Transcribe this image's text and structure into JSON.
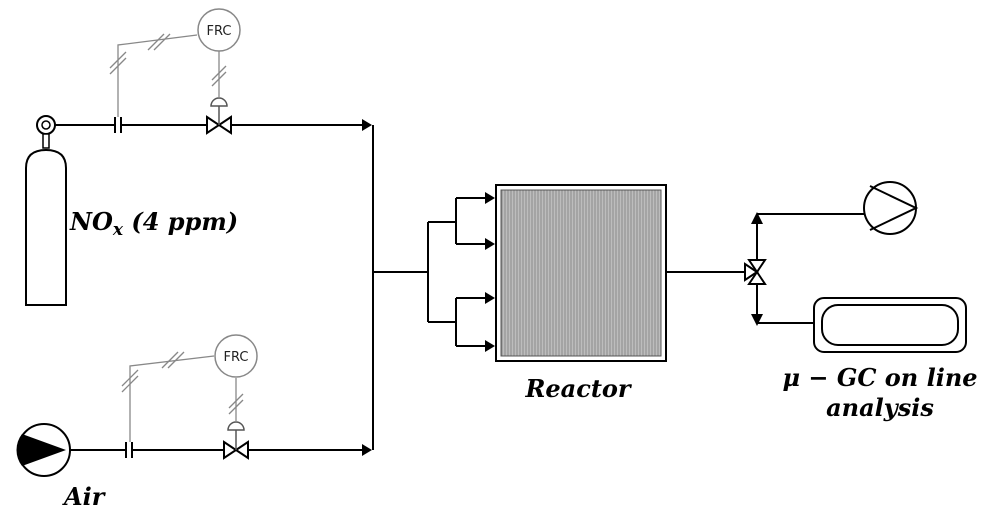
{
  "diagram": {
    "frc_label": "FRC",
    "nox_label_main": "NO",
    "nox_label_sub": "x",
    "nox_label_rest": " (4 ppm)",
    "air_label": "Air",
    "reactor_label": "Reactor",
    "gc_label_line1": "μ − GC on line",
    "gc_label_line2": "analysis"
  }
}
